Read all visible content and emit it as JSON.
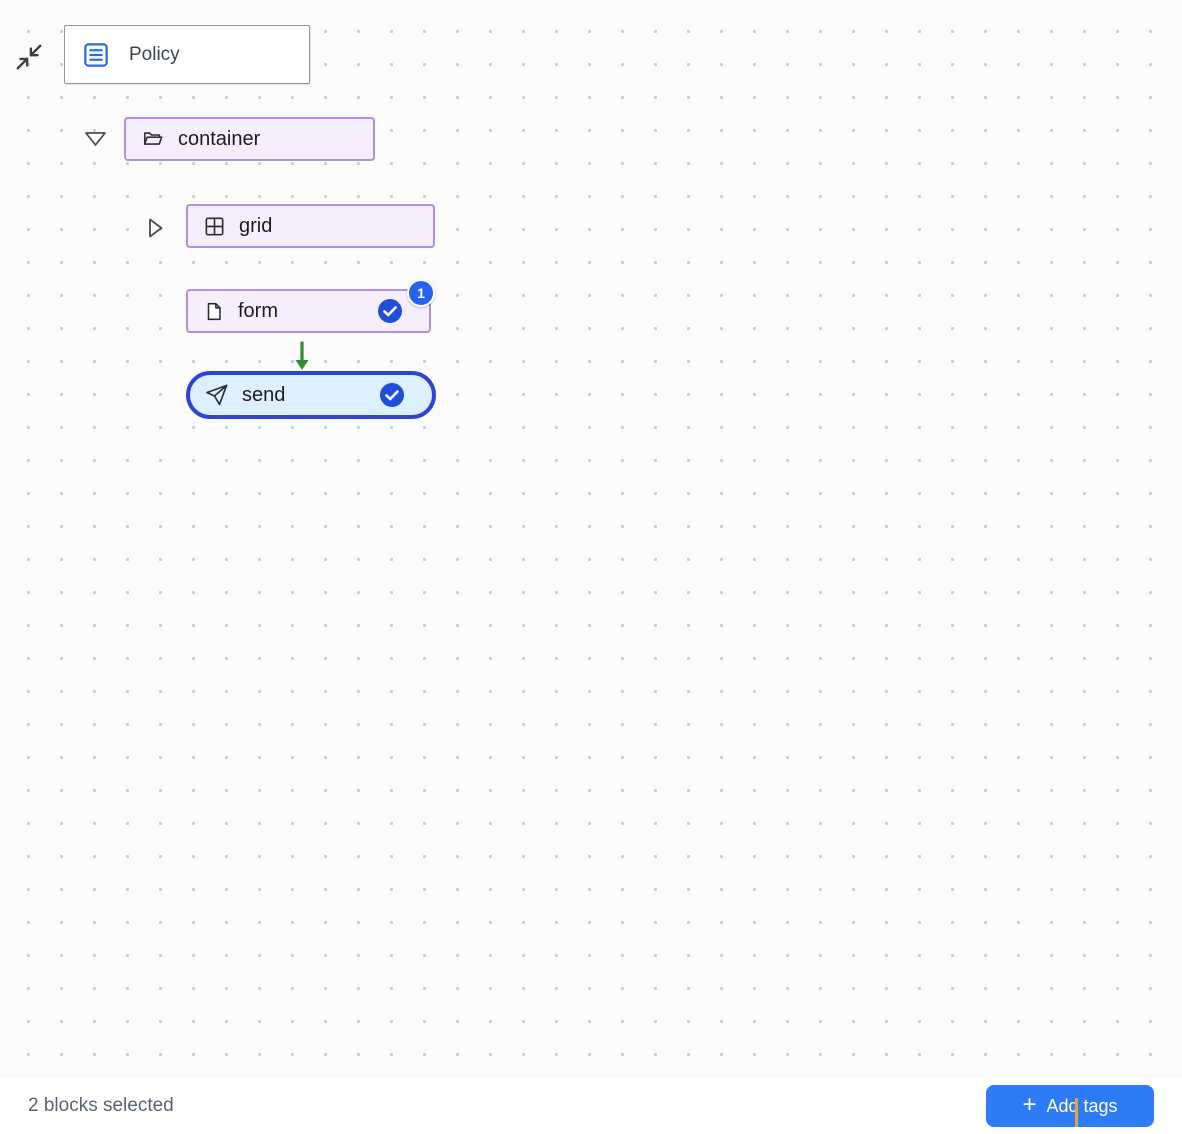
{
  "header": {
    "policy_label": "Policy"
  },
  "tree": {
    "container": {
      "label": "container",
      "expanded": true
    },
    "grid": {
      "label": "grid",
      "expanded": false
    },
    "form": {
      "label": "form",
      "selected": true,
      "badge_count": "1"
    },
    "send": {
      "label": "send",
      "selected": true
    }
  },
  "footer": {
    "status_text": "2 blocks selected",
    "plus_icon": "+",
    "add_tags_label": "Add tags"
  },
  "icons": {
    "collapse": "collapse-icon",
    "policy": "document-lines-icon",
    "container": "folder-open-icon",
    "grid": "grid-icon",
    "form": "file-icon",
    "send": "send-icon",
    "selected": "check-circle-icon",
    "connector": "green-down-arrow-icon",
    "add": "plus-icon"
  },
  "colors": {
    "canvas_bg": "#fbfbfc",
    "dot": "#c8ccd0",
    "node_purple_fill": "#f6eefc",
    "node_purple_border": "#b28fe1",
    "send_fill": "#dcf0fd",
    "send_border": "#2f44d0",
    "check_blue": "#1f4fd8",
    "badge_blue": "#2563eb",
    "arrow_green": "#2f8f2f",
    "button_blue": "#2e7cf5",
    "policy_icon_blue": "#2a6fdb"
  }
}
